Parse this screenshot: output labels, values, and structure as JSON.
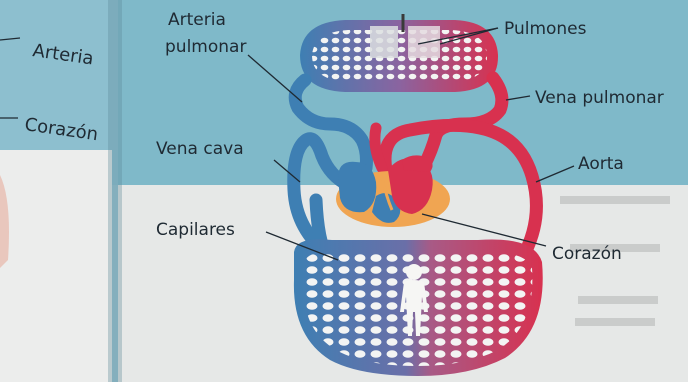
{
  "labels": {
    "left_arteria": "Arteria",
    "left_corazon": "Corazón",
    "arteria_pulmonar_1": "Arteria",
    "arteria_pulmonar_2": "pulmonar",
    "pulmones": "Pulmones",
    "vena_pulmonar": "Vena pulmonar",
    "vena_cava": "Vena cava",
    "aorta": "Aorta",
    "capilares": "Capilares",
    "corazon": "Corazón"
  },
  "colors": {
    "page_teal": "#7fb9c9",
    "page_white": "#e9ebea",
    "venous_blue": "#3e7fb3",
    "arterial_red": "#d8314f",
    "heart_orange": "#f0a552",
    "text_dark": "#1f2a33"
  }
}
